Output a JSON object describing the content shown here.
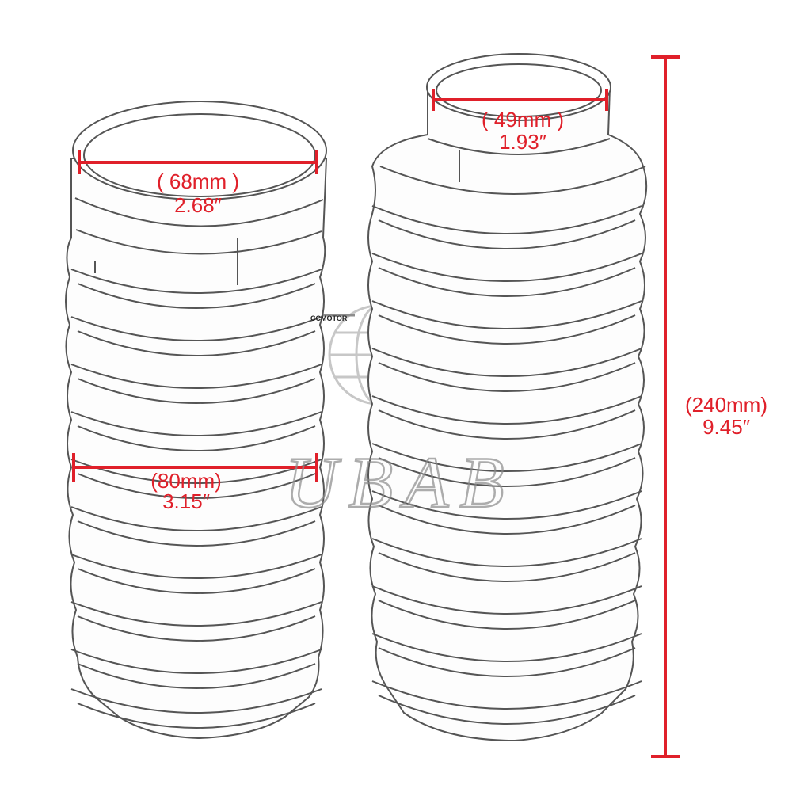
{
  "image": {
    "background": "#ffffff",
    "subject": "two clear rubber fork gaiter boots",
    "accent_color": "#e0202a",
    "line_color": "#555555"
  },
  "dimensions": {
    "left_top_diameter": {
      "mm": "( 68mm )",
      "inch": "2.68″"
    },
    "left_body_diameter": {
      "mm": "(80mm)",
      "inch": "3.15″"
    },
    "right_top_diameter": {
      "mm": "( 49mm )",
      "inch": "1.93″"
    },
    "total_length": {
      "mm": "(240mm)",
      "inch": "9.45″"
    }
  },
  "watermark": {
    "brand": "UBAB",
    "small_logo": "CCMOTOR"
  }
}
